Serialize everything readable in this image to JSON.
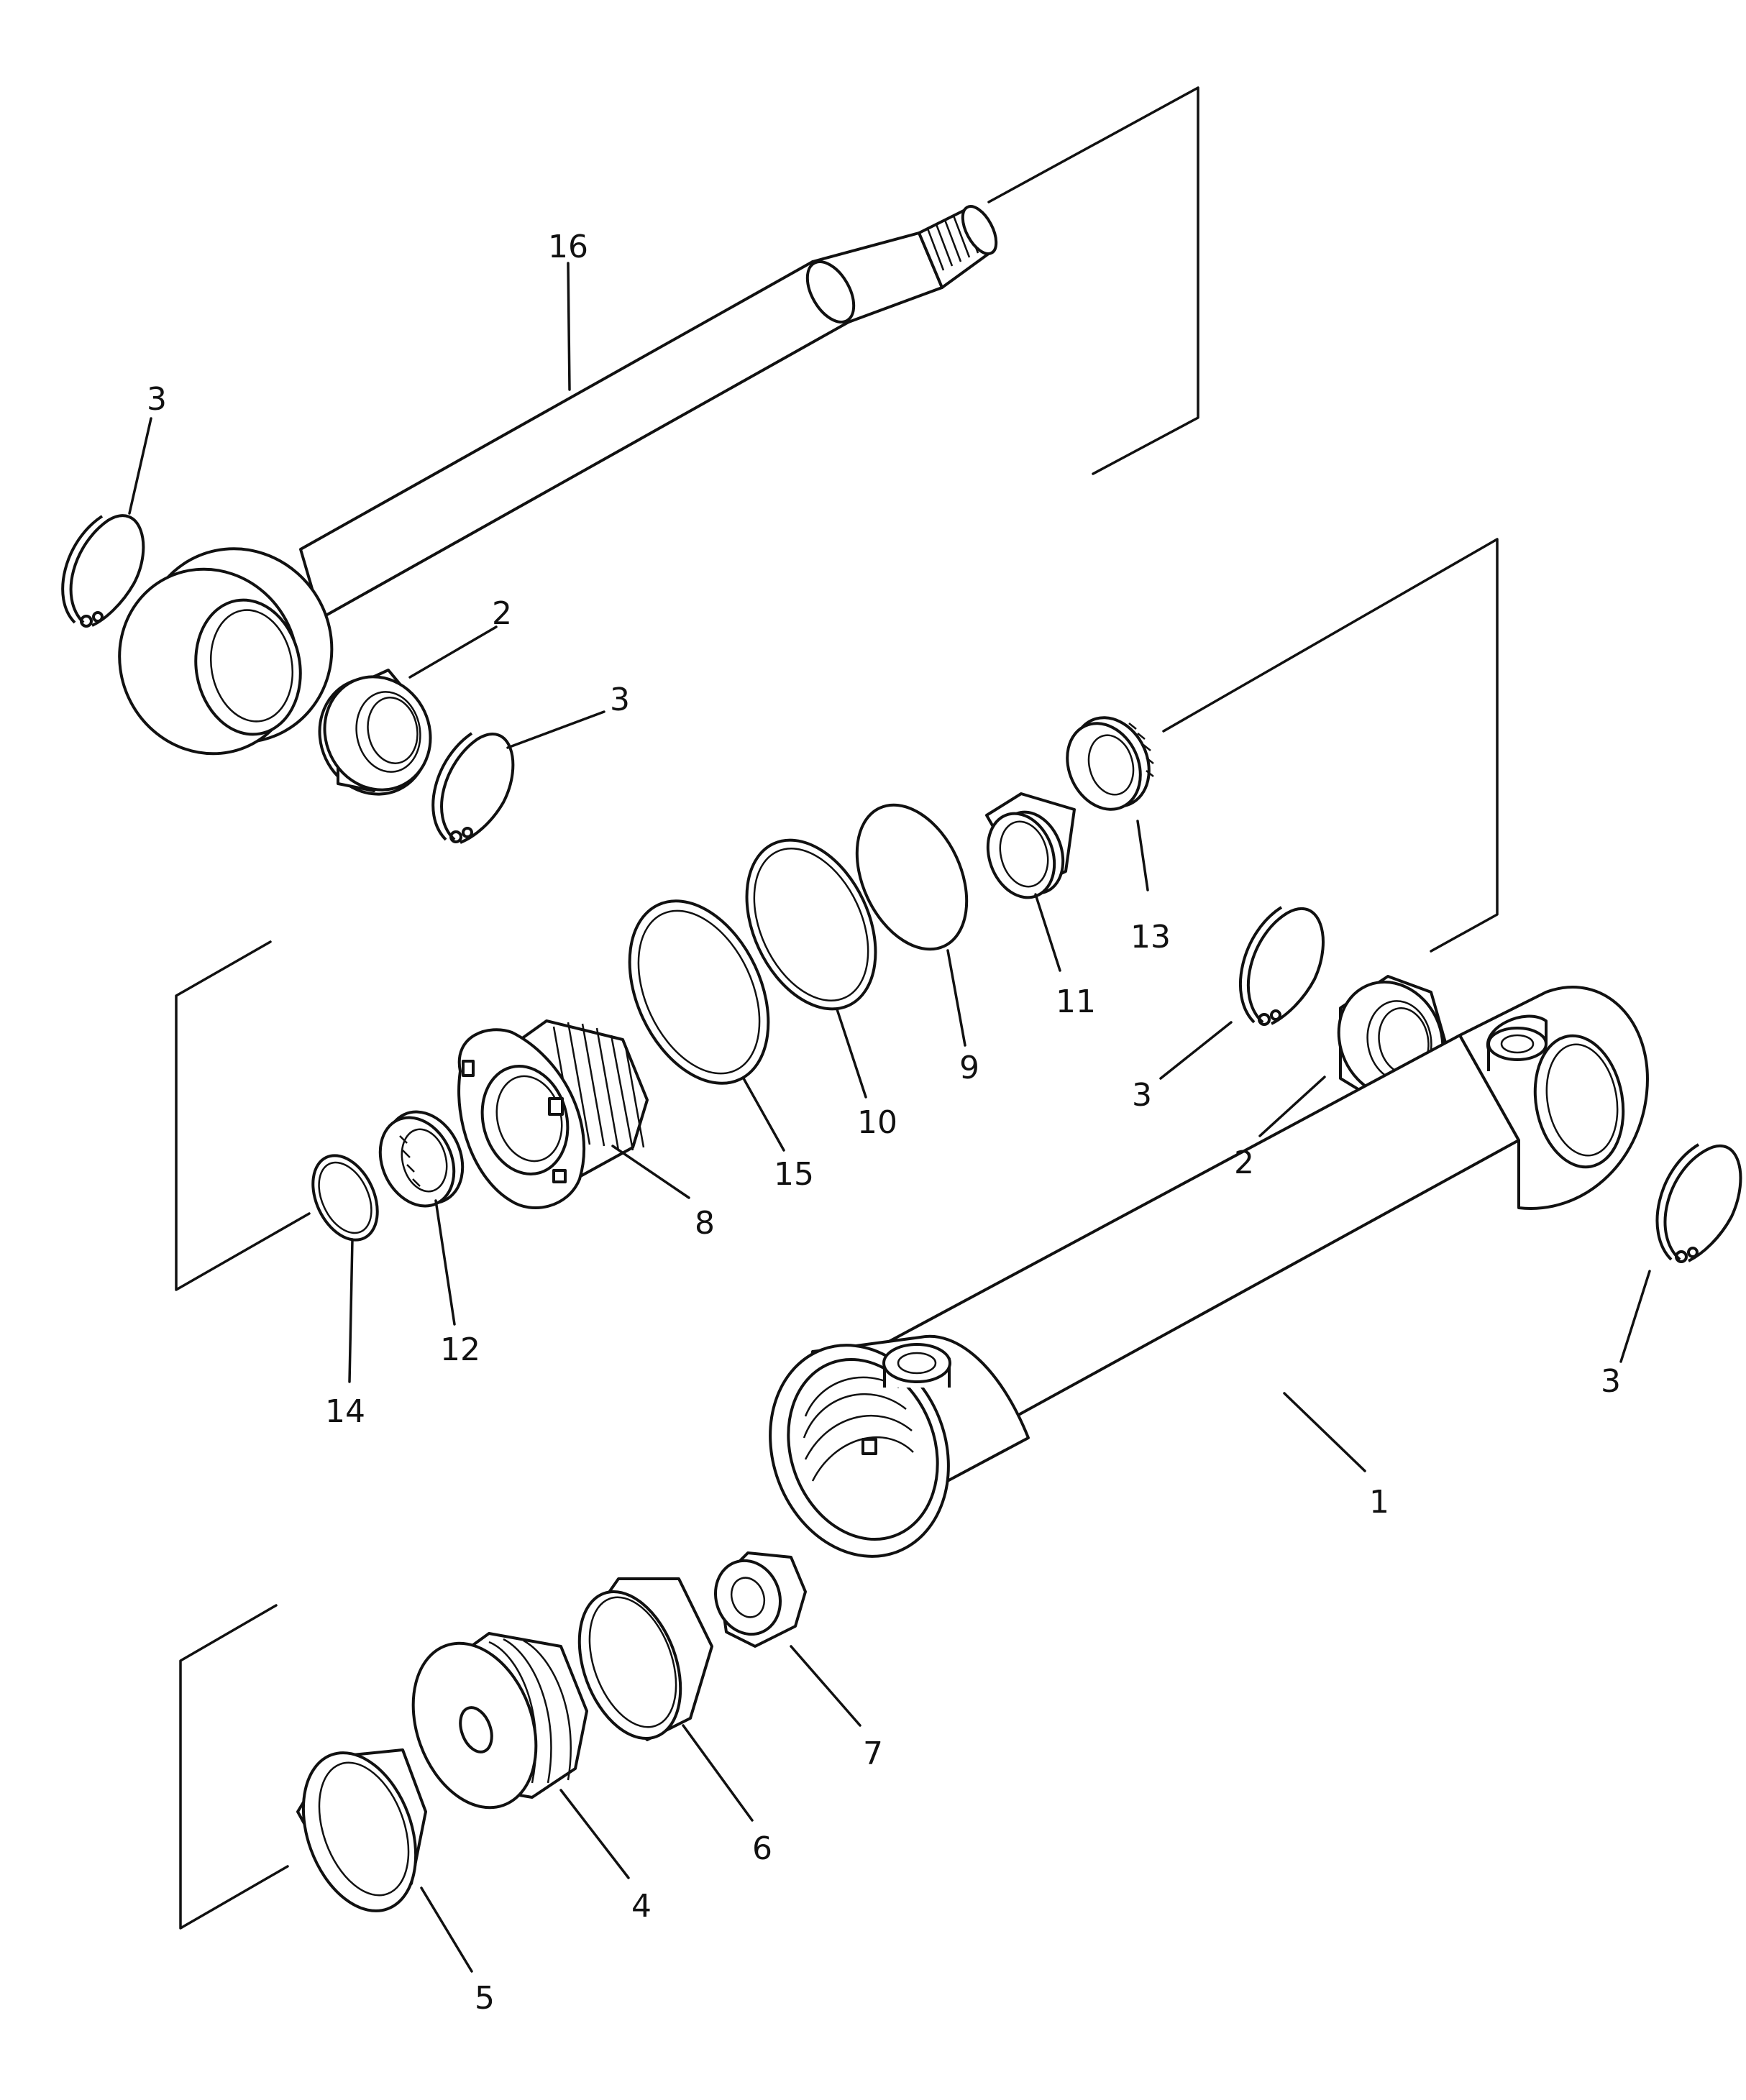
{
  "callouts": [
    "1",
    "2",
    "3",
    "4",
    "5",
    "6",
    "7",
    "8",
    "9",
    "10",
    "11",
    "12",
    "13",
    "14",
    "15",
    "16"
  ],
  "labels": {
    "c16": "16",
    "c3_rod_left": "3",
    "c2_rod": "2",
    "c3_rod_right": "3",
    "c13": "13",
    "c11": "11",
    "c9": "9",
    "c10": "10",
    "c15": "15",
    "c8": "8",
    "c12": "12",
    "c14": "14",
    "c3_mid": "3",
    "c2_mid": "2",
    "c3_right": "3",
    "c1": "1",
    "c7": "7",
    "c6": "6",
    "c4": "4",
    "c5": "5"
  }
}
